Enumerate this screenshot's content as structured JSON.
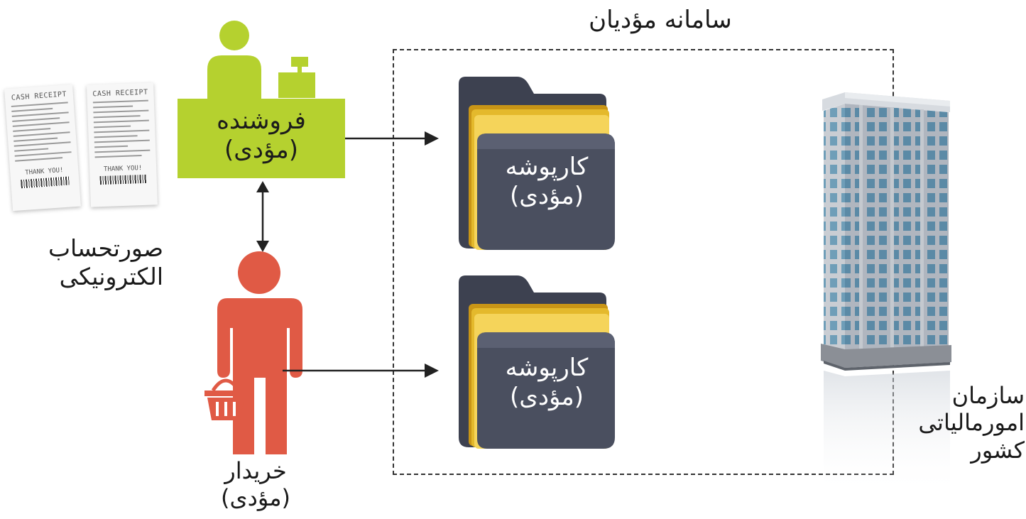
{
  "system": {
    "title": "سامانه مؤدیان"
  },
  "seller": {
    "name": "فروشنده",
    "role": "(مؤدی)",
    "color": "#b5d12f"
  },
  "buyer": {
    "name": "خریدار",
    "role": "(مؤدی)",
    "color": "#e05a45"
  },
  "invoice": {
    "line1": "صورتحساب",
    "line2": "الکترونیکی"
  },
  "receipts": [
    {
      "title": "CASH RECEIPT",
      "footer": "THANK YOU!"
    },
    {
      "title": "CASH RECEIPT",
      "footer": "THANK YOU!"
    }
  ],
  "folders": [
    {
      "name": "کارپوشه",
      "role": "(مؤدی)"
    },
    {
      "name": "کارپوشه",
      "role": "(مؤدی)"
    }
  ],
  "tax_org": {
    "line1": "سازمان",
    "line2": "امورمالیاتی",
    "line3": "کشور"
  }
}
